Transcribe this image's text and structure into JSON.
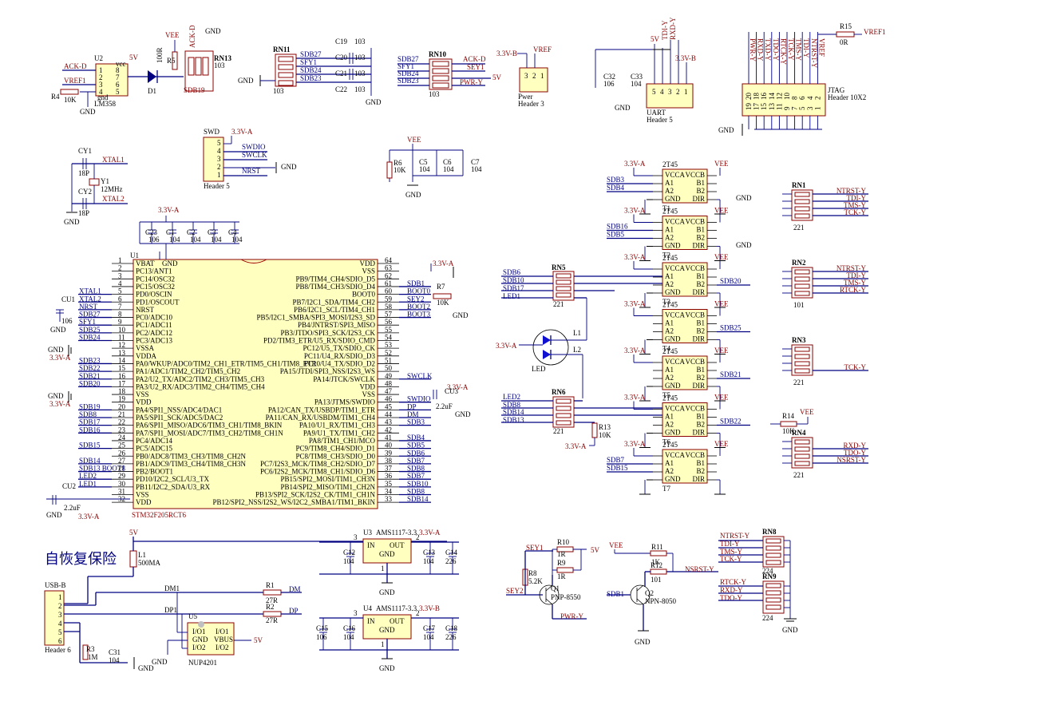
{
  "mcu": {
    "ref": "U1",
    "part": "STM32F205RCT6",
    "left_pins": [
      {
        "n": "1",
        "name": "VBAT"
      },
      {
        "n": "2",
        "name": "PC13/ANT1"
      },
      {
        "n": "3",
        "name": "PC14/OSC32"
      },
      {
        "n": "4",
        "name": "PC15/OSC32"
      },
      {
        "n": "5",
        "name": "PD0/OSCIN"
      },
      {
        "n": "6",
        "name": "PD1/OSCOUT"
      },
      {
        "n": "7",
        "name": "NRST"
      },
      {
        "n": "8",
        "name": "PC0/ADC10"
      },
      {
        "n": "9",
        "name": "PC1/ADC11"
      },
      {
        "n": "10",
        "name": "PC2/ADC12"
      },
      {
        "n": "11",
        "name": "PC3/ADC13"
      },
      {
        "n": "12",
        "name": "VSSA"
      },
      {
        "n": "13",
        "name": "VDDA"
      },
      {
        "n": "14",
        "name": "PA0/WKUP/ADC0/TIM2_CH1_ETR/TIM5_CH1/TIM8_ETR"
      },
      {
        "n": "15",
        "name": "PA1/ADC1/TIM2_CH2/TIM5_CH2"
      },
      {
        "n": "16",
        "name": "PA2/U2_TX/ADC2/TIM2_CH3/TIM5_CH3"
      },
      {
        "n": "17",
        "name": "PA3/U2_RX/ADC3/TIM2_CH4/TIM5_CH4"
      },
      {
        "n": "18",
        "name": "VSS"
      },
      {
        "n": "19",
        "name": "VDD"
      },
      {
        "n": "20",
        "name": "PA4/SPI1_NSS/ADC4/DAC1"
      },
      {
        "n": "21",
        "name": "PA5/SPI1_SCK/ADC5/DAC2"
      },
      {
        "n": "22",
        "name": "PA6/SPI1_MISO/ADC6/TIM3_CH1/TIM8_BKIN"
      },
      {
        "n": "23",
        "name": "PA7/SPI1_MOSI/ADC7/TIM3_CH2/TIM8_CH1N"
      },
      {
        "n": "24",
        "name": "PC4/ADC14"
      },
      {
        "n": "25",
        "name": "PC5/ADC15"
      },
      {
        "n": "26",
        "name": "PB0/ADC8/TIM3_CH3/TIM8_CH2N"
      },
      {
        "n": "27",
        "name": "PB1/ADC9/TIM3_CH4/TIM8_CH3N"
      },
      {
        "n": "28",
        "name": "PB2/BOOT1"
      },
      {
        "n": "29",
        "name": "PD10/I2C2_SCL/U3_TX"
      },
      {
        "n": "30",
        "name": "PB11/I2C2_SDA/U3_RX"
      },
      {
        "n": "31",
        "name": "VSS"
      },
      {
        "n": "32",
        "name": "VDD"
      }
    ],
    "right_pins": [
      {
        "n": "64",
        "name": "VDD"
      },
      {
        "n": "63",
        "name": "VSS"
      },
      {
        "n": "62",
        "name": "PB9/TIM4_CH4/SDIO_D5"
      },
      {
        "n": "61",
        "name": "PB8/TIM4_CH3/SDIO_D4"
      },
      {
        "n": "60",
        "name": "BOOT0"
      },
      {
        "n": "59",
        "name": "PB7/I2C1_SDA/TIM4_CH2"
      },
      {
        "n": "58",
        "name": "PB6/I2C1_SCL/TIM4_CH1"
      },
      {
        "n": "57",
        "name": "PB5/I2C1_SMBA/SPI3_MOSI/I2S3_SD"
      },
      {
        "n": "56",
        "name": "PB4/JNTRST/SPI3_MISO"
      },
      {
        "n": "55",
        "name": "PB3/JTDO/SPI3_SCK/I2S3_CK"
      },
      {
        "n": "54",
        "name": "PD2/TIM3_ETR/U5_RX/SDIO_CMD"
      },
      {
        "n": "53",
        "name": "PC12/U5_TX/SDIO_CK"
      },
      {
        "n": "52",
        "name": "PC11/U4_RX/SDIO_D3"
      },
      {
        "n": "51",
        "name": "PC10/U4_TX/SDIO_D2"
      },
      {
        "n": "50",
        "name": "PA15/JTDI/SPI3_NSS/I2S3_WS"
      },
      {
        "n": "49",
        "name": "PA14/JTCK/SWCLK"
      },
      {
        "n": "48",
        "name": "VDD"
      },
      {
        "n": "47",
        "name": "VSS"
      },
      {
        "n": "46",
        "name": "PA13/JTMS/SWDIO"
      },
      {
        "n": "45",
        "name": "PA12/CAN_TX/USBDP/TIM1_ETR"
      },
      {
        "n": "44",
        "name": "PA11/CAN_RX/USBDM/TIM1_CH4"
      },
      {
        "n": "43",
        "name": "PA10/U1_RX/TIM1_CH3"
      },
      {
        "n": "42",
        "name": "PA9/U1_TX/TIM1_CH2"
      },
      {
        "n": "41",
        "name": "PA8/TIM1_CH1/MCO"
      },
      {
        "n": "40",
        "name": "PC9/TIM8_CH4/SDIO_D1"
      },
      {
        "n": "39",
        "name": "PC8/TIM8_CH3/SDIO_D0"
      },
      {
        "n": "38",
        "name": "PC7/I2S3_MCK/TIM8_CH2/SDIO_D7"
      },
      {
        "n": "37",
        "name": "PC6/I2S2_MCK/TIM8_CH1/SDIO_D6"
      },
      {
        "n": "36",
        "name": "PB15/SPI2_MOSI/TIM1_CH3N"
      },
      {
        "n": "35",
        "name": "PB14/SPI2_MISO/TIM1_CH2N"
      },
      {
        "n": "34",
        "name": "PB13/SPI2_SCK/I2S2_CK/TIM1_CH1N"
      },
      {
        "n": "33",
        "name": "PB12/SPI2_NSS/I2S2_WS/I2C2_SMBA1/TIM1_BKIN"
      }
    ],
    "left_nets": {
      "5": "XTAL1",
      "6": "XTAL2",
      "7": "NRST",
      "8": "SDB27",
      "9": "SFY1",
      "10": "SDB25",
      "11": "SDB24",
      "14": "SDB23",
      "15": "SDB22",
      "16": "SDB21",
      "17": "SDB20",
      "20": "SDB19",
      "21": "SDB8",
      "22": "SDB17",
      "23": "SDB16",
      "25": "SDB15",
      "27": "SDB14",
      "28": "SDB13 BOOT1",
      "29": "LED2",
      "30": "LED1"
    },
    "right_nets": {
      "61": "SDB1",
      "60": "BOOT0",
      "59": "SEY2",
      "58": "BOOT2",
      "57": "BOOT3",
      "49": "SWCLK",
      "46": "SWDIO",
      "45": "DP",
      "44": "DM",
      "43": "SDB3",
      "41": "SDB4",
      "40": "SDB5",
      "39": "SDB6",
      "38": "SDB7",
      "37": "SDB8",
      "36": "SDB7",
      "35": "SDB10",
      "34": "SDB8",
      "33": "SDB14"
    }
  },
  "power_labels": {
    "v33": "3.3V-A",
    "gnd": "GND",
    "vee": "VEE",
    "v5": "5V",
    "vref": "VREF",
    "v33b": "3.3V-B"
  },
  "top_left": {
    "u2": "U2",
    "lm358": "LM358",
    "ackd": "ACK-D",
    "vref1": "VREF1",
    "r4": "R4",
    "r4v": "10K",
    "gnd": "GND",
    "d1": "D1",
    "r5": "R5",
    "r5v": "100R",
    "rn13": "RN13",
    "rn13v": "103",
    "sdb19": "SDB19",
    "vee": "VEE",
    "pin8": "8",
    "pin2": "2",
    "pin1": "1",
    "pin3": "3",
    "pin4": "4",
    "pin5": "5",
    "pin6": "6",
    "pin7": "7",
    "gnd_lbl": "gnd",
    "vcc_lbl": "vcc"
  },
  "rn11": {
    "ref": "RN11",
    "val": "103",
    "nets": [
      "SDB27",
      "SFY1",
      "SDB24",
      "SDB23"
    ],
    "caps": [
      {
        "ref": "C19",
        "v": "103"
      },
      {
        "ref": "C20",
        "v": "103"
      },
      {
        "ref": "C21",
        "v": "103"
      },
      {
        "ref": "C22",
        "v": "103"
      }
    ]
  },
  "rn10": {
    "ref": "RN10",
    "val": "103",
    "nets": [
      "SDB27",
      "SFY1",
      "SDB24",
      "SDB23"
    ],
    "outs": [
      "ACK-D",
      "SEY1",
      "PWR-Y"
    ],
    "v5": "5V"
  },
  "pwr_header": {
    "title": "Pwer",
    "sub": "Header 3",
    "v33b": "3.3V-B",
    "vref": "VREF",
    "pins": [
      "3",
      "2",
      "1"
    ]
  },
  "uart": {
    "title": "UART",
    "sub": "Header 5",
    "c32": "C32",
    "c32v": "106",
    "c33": "C33",
    "c33v": "104",
    "nets": [
      "TDI-Y",
      "RXD-Y"
    ],
    "v5": "5V",
    "v33b": "3.3V-B",
    "pins": [
      "5",
      "4",
      "3",
      "2",
      "1"
    ]
  },
  "jtag": {
    "title": "JTAG",
    "sub": "Header 10X2",
    "r15": "R15",
    "r15v": "0R",
    "vref1": "VREF1",
    "nets": [
      "PWR-Y",
      "RXD-Y",
      "TXD-Y",
      "TDO-Y",
      "RTCK-Y",
      "TCK-Y",
      "TMS-Y",
      "TDI-Y",
      "NTRST-Y",
      "VREF"
    ],
    "top_pins": [
      "19",
      "17",
      "15",
      "13",
      "11",
      "9",
      "7",
      "5",
      "3",
      "1"
    ],
    "bot_pins": [
      "20",
      "18",
      "16",
      "14",
      "12",
      "10",
      "8",
      "6",
      "4",
      "2"
    ]
  },
  "swd": {
    "title": "SWD",
    "sub": "Header 5",
    "v33": "3.3V-A",
    "nets": [
      "SWDIO",
      "SWCLK",
      "NRST"
    ],
    "gnd": "GND",
    "pins": [
      "5",
      "4",
      "3",
      "2",
      "1"
    ]
  },
  "vee_caps": {
    "vee": "VEE",
    "r6": "R6",
    "r6v": "10K",
    "c5": "C5",
    "c5v": "104",
    "c6": "C6",
    "c6v": "104",
    "c7": "C7",
    "c7v": "104"
  },
  "xtal": {
    "cy1": "CY1",
    "cy1v": "18P",
    "cy2": "CY2",
    "cy2v": "18P",
    "y1": "Y1",
    "y1v": "12MHz",
    "xtal1": "XTAL1",
    "xtal2": "XTAL2"
  },
  "dec_caps": {
    "v33": "3.3V-A",
    "caps": [
      {
        "ref": "C23",
        "v": "106"
      },
      {
        "ref": "C1",
        "v": "104"
      },
      {
        "ref": "C2",
        "v": "104"
      },
      {
        "ref": "C3",
        "v": "104"
      },
      {
        "ref": "C4",
        "v": "104"
      }
    ]
  },
  "misc_left": {
    "cu1": "CU1",
    "cu1v": "106",
    "cu2": "CU2",
    "cu2v": "2.2uF",
    "cu3": "CU3",
    "cu3v": "2.2uF",
    "r7": "R7",
    "r7v": "10K"
  },
  "buffers": [
    {
      "ref": "T1",
      "a1": "SDB3",
      "a2": "SDB4",
      "b": ""
    },
    {
      "ref": "T2",
      "a1": "SDB16",
      "a2": "SDB5",
      "b": ""
    },
    {
      "ref": "T3",
      "a1": "",
      "a2": "",
      "b": "SDB20"
    },
    {
      "ref": "T4",
      "a1": "",
      "a2": "",
      "b": "SDB25"
    },
    {
      "ref": "T5",
      "a1": "",
      "a2": "",
      "b": "SDB21"
    },
    {
      "ref": "T6",
      "a1": "",
      "a2": "",
      "b": "SDB22"
    },
    {
      "ref": "T7",
      "a1": "SDB7",
      "a2": "SDB15",
      "b": ""
    }
  ],
  "buffer_pins": {
    "vcca": "VCCA",
    "vccb": "VCCB",
    "a1": "A1",
    "a2": "A2",
    "b1": "B1",
    "b2": "B2",
    "gnd": "GND",
    "dir": "DIR",
    "part": "2T45"
  },
  "rn_right": [
    {
      "ref": "RN1",
      "val": "221",
      "nets": [
        "NTRST-Y",
        "TDI-Y",
        "TMS-Y",
        "TCK-Y"
      ]
    },
    {
      "ref": "RN2",
      "val": "101",
      "nets": [
        "NTRST-Y",
        "TDI-Y",
        "TMS-Y",
        "RTCK-Y"
      ]
    },
    {
      "ref": "RN3",
      "val": "221",
      "nets": [
        "TCK-Y"
      ]
    },
    {
      "ref": "RN4",
      "val": "221",
      "nets": [
        "RXD-Y",
        "TDO-Y",
        "NSRST-Y"
      ]
    }
  ],
  "rn5": {
    "ref": "RN5",
    "val": "221",
    "nets": [
      "SDB6",
      "SDB10",
      "SDB17",
      "LED1"
    ]
  },
  "rn6": {
    "ref": "RN6",
    "val": "221",
    "nets": [
      "LED2",
      "SDB8",
      "SDB14",
      "SDB13"
    ]
  },
  "leds": {
    "l1": "L1",
    "l2": "L2",
    "led": "LED",
    "v33": "3.3V-A"
  },
  "r13": {
    "ref": "R13",
    "v": "10K"
  },
  "r14": {
    "ref": "R14",
    "v": "10K",
    "vee": "VEE"
  },
  "usb": {
    "title": "USB-B",
    "sub": "Header 6",
    "fuse_cn": "自恢复保险",
    "l1": "L1",
    "l1v": "500MA",
    "v5": "5V",
    "dm1": "DM1",
    "dp1": "DP1",
    "r1": "R1",
    "r1v": "27R",
    "r2": "R2",
    "r2v": "27R",
    "dm": "DM",
    "dp": "DP",
    "u5": "U5",
    "u5p": "NUP4201",
    "r3": "R3",
    "r3v": "1M",
    "c31": "C31",
    "c31v": "104",
    "pins": [
      "1",
      "2",
      "3",
      "4",
      "5",
      "6"
    ],
    "u5pins": [
      "I/O1",
      "GND",
      "I/O2",
      "I/O1",
      "VBUS",
      "I/O2"
    ]
  },
  "ldo": [
    {
      "ref": "U3",
      "part": "AMS1117-3.3",
      "out": "3.3V-A",
      "cin": "C12",
      "cinv": "104",
      "cout1": "C13",
      "cout1v": "104",
      "cout2": "C14",
      "cout2v": "226"
    },
    {
      "ref": "U4",
      "part": "AMS1117-3.3",
      "out": "3.3V-B",
      "cin": "C15",
      "cinv": "106",
      "cin2": "C16",
      "cin2v": "104",
      "cout1": "C17",
      "cout1v": "104",
      "cout2": "C18",
      "cout2v": "226"
    }
  ],
  "ldo_pins": {
    "in": "IN",
    "out": "OUT",
    "gnd": "GND",
    "p3": "3",
    "p2": "2",
    "p1": "1"
  },
  "q1": {
    "ref": "Q1",
    "part": "PNP-8550",
    "sey1": "SEY1",
    "sey2": "SEY2",
    "r8": "R8",
    "r8v": "5.2K",
    "r9": "R9",
    "r9v": "1R",
    "r10": "R10",
    "r10v": "1R",
    "v5": "5V",
    "pwr": "PWR-Y"
  },
  "q2": {
    "ref": "Q2",
    "part": "NPN-8050",
    "sdb1": "SDB1",
    "vee": "VEE",
    "r11": "R11",
    "r11v": "1K",
    "r12": "R12",
    "r12v": "101",
    "out": "NSRST-Y"
  },
  "rn8": {
    "ref": "RN8",
    "val": "224",
    "nets": [
      "NTRST-Y",
      "TDI-Y",
      "TMS-Y",
      "TCK-Y"
    ]
  },
  "rn9": {
    "ref": "RN9",
    "val": "224",
    "nets": [
      "RTCK-Y",
      "RXD-Y",
      "TDO-Y"
    ]
  }
}
